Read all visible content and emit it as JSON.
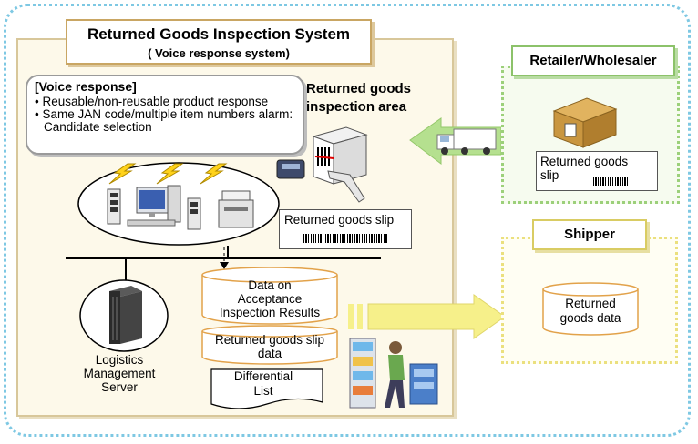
{
  "title": {
    "main": "Returned Goods Inspection System",
    "sub": "( Voice response system)"
  },
  "voice_response": {
    "heading": "[Voice response]",
    "items": [
      "• Reusable/non-reusable product response",
      "• Same JAN code/multiple item numbers alarm: Candidate selection"
    ]
  },
  "inspection_area": {
    "line1": "Returned goods",
    "line2": "inspection area"
  },
  "slip_main": {
    "label": "Returned goods slip"
  },
  "storage": {
    "acceptance": {
      "line1": "Data on",
      "line2": "Acceptance",
      "line3": "Inspection Results"
    },
    "slip_data": {
      "line1": "Returned goods slip",
      "line2": "data"
    },
    "differential": {
      "line1": "Differential",
      "line2": "List"
    }
  },
  "server": {
    "line1": "Logistics",
    "line2": "Management",
    "line3": "Server"
  },
  "retailer": {
    "title": "Retailer/Wholesaler",
    "slip_line1": "Returned goods",
    "slip_line2": "slip"
  },
  "shipper": {
    "title": "Shipper",
    "data_line1": "Returned",
    "data_line2": "goods data"
  },
  "colors": {
    "accent_blue": "#7ec8e3",
    "retail_green": "#9cd07a",
    "shipper_yellow": "#ebe07e",
    "arrow_green": "#b5e08f",
    "arrow_yellow": "#f6f08a"
  }
}
